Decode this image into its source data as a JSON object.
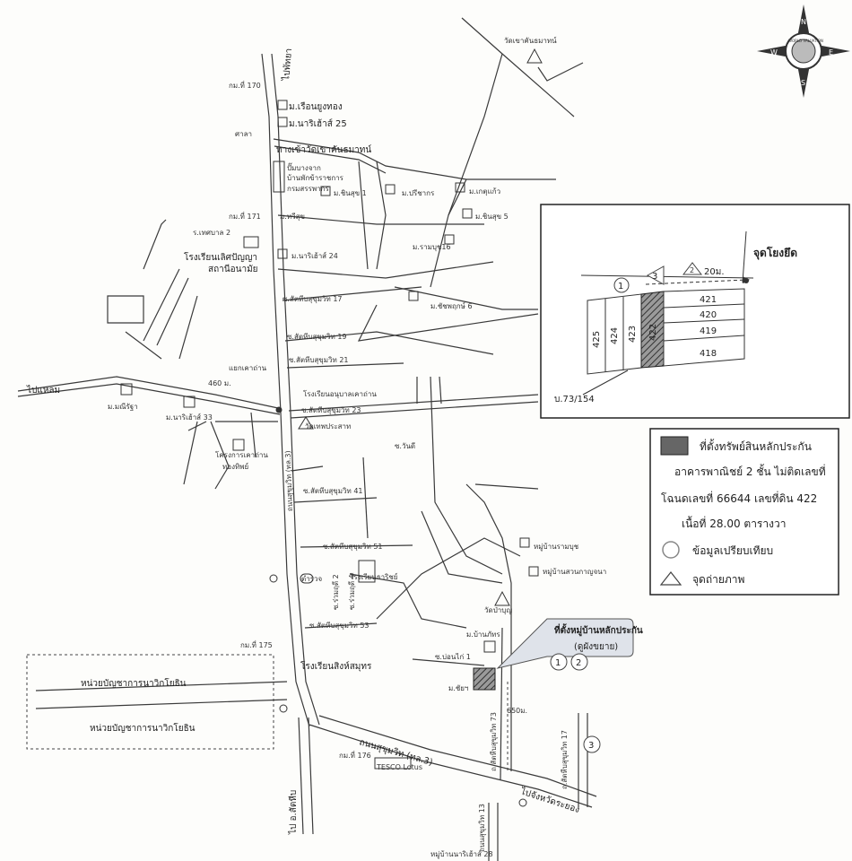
{
  "compass": {
    "n": "N",
    "s": "S",
    "e": "E",
    "w": "W",
    "ring": "WORLD VALUATION"
  },
  "roads": {
    "to_pattaya": "ไปพัทยา",
    "to_laem": "ไปแหลม",
    "to_sattahip": "ไป อ.สัตหีบ",
    "to_rayong": "ไปจังหวัดระยอง",
    "sukhumvit": "ถนนสุขุมวิท (ทล.3)",
    "main_vertical": "ถนนสุขุมวิท (ทล.3)",
    "soi_17": "ถ.สัตหีบสุขุมวิท 17",
    "soi_73": "ถ.สัตหีบสุขุมวิท 73",
    "soi_13": "ถนนสุขุมวิท 13"
  },
  "labels": {
    "km170": "กม.ที่ 170",
    "km171": "กม.ที่ 171",
    "km175": "กม.ที่ 175",
    "km176": "กม.ที่ 176",
    "sala": "ศาลา",
    "wat_top": "วัดเขาคันธมาทน์",
    "to_wat": "ทางเข้าวัดเขาคันธมาทน์",
    "ruen_yong": "ม.เรือนยูงทอง",
    "narihouse25": "ม.นาริเฮ้าส์ 25",
    "gas": "ปั๊มบางจาก",
    "guest": "บ้านพักข้าราชการ",
    "gov": "กรมสรรพากร",
    "chinsuk1": "ม.ชินสุข 1",
    "preecha": "ม.ปรีชากร",
    "ket": "ม.เกตุแก้ว",
    "chinsuk5": "ม.ชินสุข 5",
    "ram16": "ม.รามบุช16",
    "thawisuk": "ม.ทวีสุข",
    "thephaban": "ร.เทศบาล 2",
    "school1": "โรงเรียนเลิศปัญญา",
    "school1b": "สถานีอนามัย",
    "narihouse24": "ม.นาริเฮ้าส์ 24",
    "soi17": "ซ.สัตหีบสุขุมวิท 17",
    "chatpruek": "ม.ชัชพฤกษ์ 6",
    "soi19": "ซ.สัตหีบสุขุมวิท 19",
    "soi21": "ซ.สัตหีบสุขุมวิท 21",
    "junction": "แยกเคาถ่าน",
    "d460": "460 ม.",
    "kinder": "โรงเรียนอนุบาลเคาถ่าน",
    "soi23": "ซ.สัตหีบสุขุมวิท 23",
    "wat_thep": "วัดเทพประสาท",
    "manrat": "ม.มณีรัฐา",
    "narihouse33": "ม.นาริเฮ้าส์ 33",
    "project": "โครงการเคาถ่าน",
    "project_b": "ทองทิพย์",
    "wandee": "ซ.วันดี",
    "soi41": "ซ.สัตหีบสุขุมวิท 41",
    "soi51": "ซ.สัตหีบสุขุมวิท 51",
    "rambut": "หมู่บ้านรามบุช",
    "suankanchana": "หมู่บ้านสวนกาญจนา",
    "school2": "โรงเรียนธาริชย์",
    "soi53": "ซ.สัตหีบสุขุมวิท 53",
    "wat_ban": "วัดป่าบุญ",
    "ban_phat": "ม.บ้านภัทร",
    "bonklai": "ซ.บ่อนไก่ 1",
    "chai": "ม.ชัยฯ",
    "school3": "โรงเรียนสิงห์สมุทร",
    "d650": "650ม.",
    "navy1": "หน่วยบัญชาการนาวิกโยธิน",
    "navy2": "หน่วยบัญชาการนาวิกโยธิน",
    "tesco": "TESCO Lotus",
    "narihouse28": "หมู่บ้านนาริเฮ้าส์ 28",
    "soi_small2": "ซ.ร่วมฤดี 2",
    "soi_small4": "ซ.ร่วมฤดี 4",
    "police": "ตำรวจ"
  },
  "callout": {
    "line1": "ที่ตั้งหมู่บ้านหลักประกัน",
    "line2": "(ดูผังขยาย)",
    "m1": "1",
    "m2": "2",
    "m3": "3"
  },
  "inset": {
    "anchor": "จุดโยงยึด",
    "dist": "20ม.",
    "plots": [
      "421",
      "420",
      "419",
      "418",
      "425",
      "424",
      "423",
      "422"
    ],
    "ref": "บ.73/154",
    "m1": "1",
    "m2": "2",
    "m3": "3"
  },
  "legend": {
    "line1": "ที่ตั้งทรัพย์สินหลักประกัน",
    "line2": "อาคารพาณิชย์ 2 ชั้น ไม่ติดเลขที่",
    "line3": "โฉนดเลขที่ 66644 เลขที่ดิน 422",
    "line4": "เนื้อที่ 28.00 ตารางวา",
    "comp": "ข้อมูลเปรียบเทียบ",
    "photo": "จุดถ่ายภาพ"
  },
  "colors": {
    "line": "#3a3a3a",
    "hatch": "#555555",
    "callout": "#dfe3ea"
  }
}
